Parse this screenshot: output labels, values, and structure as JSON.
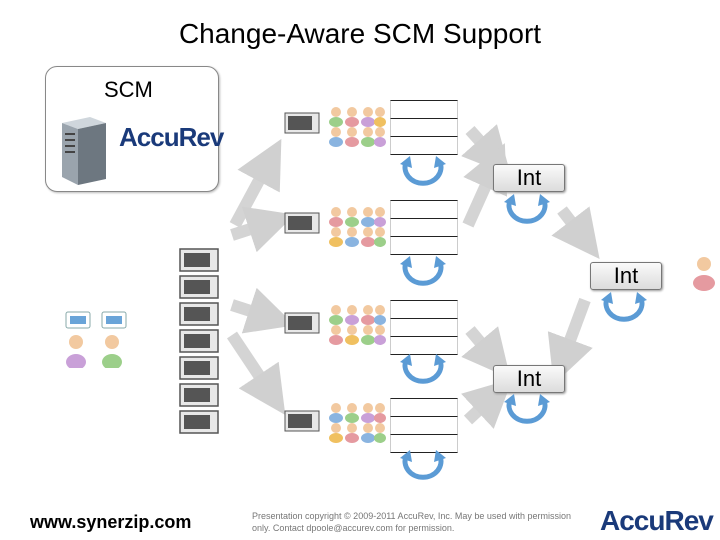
{
  "title": "Change-Aware SCM Support",
  "scm": {
    "label": "SCM",
    "logo_text": "AccuRev"
  },
  "integration_labels": [
    "Int",
    "Int",
    "Int"
  ],
  "footer": {
    "url": "www.synerzip.com",
    "copyright": "Presentation copyright © 2009-2011 AccuRev, Inc. May be used with permission only. Contact dpoole@accurev.com for permission.",
    "logo_text": "AccuRev"
  },
  "colors": {
    "arrow": "#c8c8c8",
    "cycle": "#5b9bd5",
    "brand": "#1a3a7a"
  },
  "icons": [
    "server-icon",
    "workspace-icon",
    "team-people-icon",
    "stream-stack-icon",
    "cycle-arrow-icon",
    "arrow-icon",
    "speech-bubble-icon",
    "person-icon"
  ]
}
